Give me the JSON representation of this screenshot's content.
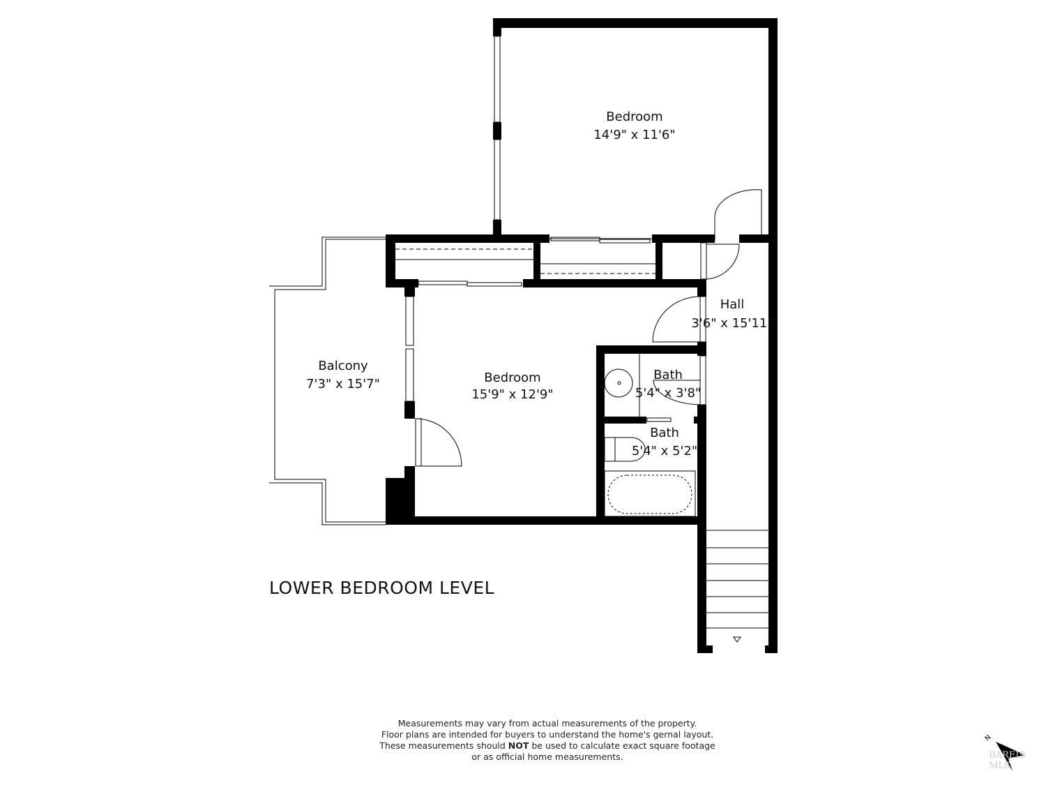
{
  "rooms": [
    {
      "name": "Bedroom",
      "dimensions": "14'9\" x 11'6\""
    },
    {
      "name": "Bedroom",
      "dimensions": "15'9\" x 12'9\""
    },
    {
      "name": "Balcony",
      "dimensions": "7'3\" x 15'7\""
    },
    {
      "name": "Hall",
      "dimensions": "3'6\" x 15'11\""
    },
    {
      "name": "Bath",
      "dimensions": "5'4\" x 3'8\""
    },
    {
      "name": "Bath",
      "dimensions": "5'4\" x 5'2\""
    }
  ],
  "level_title": "LOWER BEDROOM LEVEL",
  "disclaimer": {
    "line1": "Measurements may vary from actual measurements of the property.",
    "line2": "Floor plans are intended for buyers to understand the home's gernal layout.",
    "line3_before": "These measurements should ",
    "line3_bold": "NOT",
    "line3_after": " be used to calculate exact square footage",
    "line4": "or as official home measurements."
  },
  "compass": {
    "label": "N",
    "icon": "north-arrow-icon"
  },
  "logo_text": "BAREIS MLS",
  "colors": {
    "wall": "#000000",
    "background": "#ffffff"
  }
}
